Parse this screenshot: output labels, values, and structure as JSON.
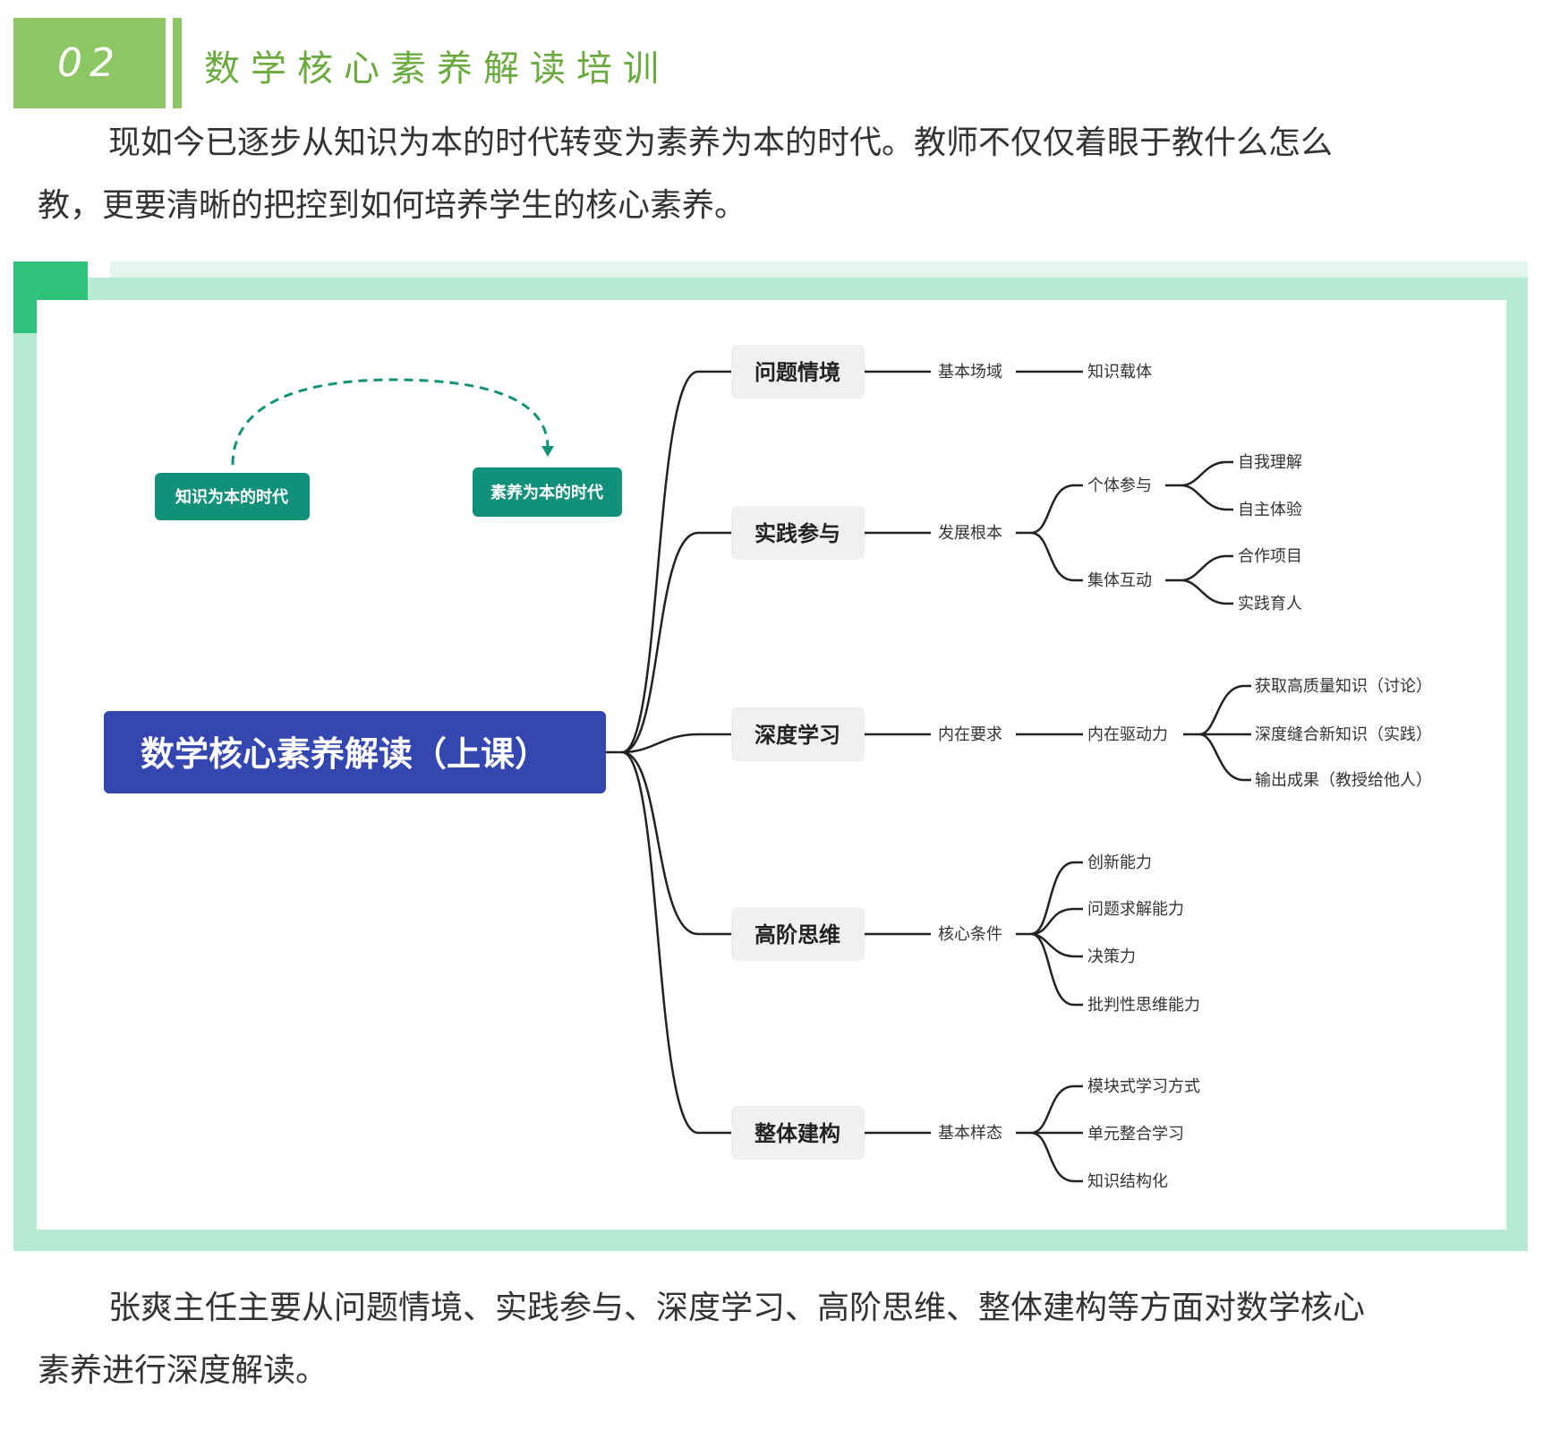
{
  "section": {
    "number": "02",
    "title": "数学核心素养解读培训"
  },
  "intro": {
    "line1": "现如今已逐步从知识为本的时代转变为素养为本的时代。教师不仅仅着眼于教什么怎么",
    "line2": "教，更要清晰的把控到如何培养学生的核心素养。"
  },
  "mindmap": {
    "root": "数学核心素养解读（上课）",
    "from": "知识为本的时代",
    "to": "素养为本的时代",
    "branches": [
      {
        "label": "问题情境",
        "l2": "基本场域",
        "l3": "知识载体"
      },
      {
        "label": "实践参与",
        "l2": "发展根本",
        "groups": [
          {
            "label": "个体参与",
            "items": [
              "自我理解",
              "自主体验"
            ]
          },
          {
            "label": "集体互动",
            "items": [
              "合作项目",
              "实践育人"
            ]
          }
        ]
      },
      {
        "label": "深度学习",
        "l2": "内在要求",
        "l3": "内在驱动力",
        "items": [
          "获取高质量知识（讨论）",
          "深度缝合新知识（实践）",
          "输出成果（教授给他人）"
        ]
      },
      {
        "label": "高阶思维",
        "l2": "核心条件",
        "items": [
          "创新能力",
          "问题求解能力",
          "决策力",
          "批判性思维能力"
        ]
      },
      {
        "label": "整体建构",
        "l2": "基本样态",
        "items": [
          "模块式学习方式",
          "单元整合学习",
          "知识结构化"
        ]
      }
    ],
    "colors": {
      "root": "#3446b0",
      "era": "#12917a",
      "branch_bg": "#f0f0f0"
    }
  },
  "summary": {
    "line1": "张爽主任主要从问题情境、实践参与、深度学习、高阶思维、整体建构等方面对数学核心",
    "line2": "素养进行深度解读。"
  }
}
